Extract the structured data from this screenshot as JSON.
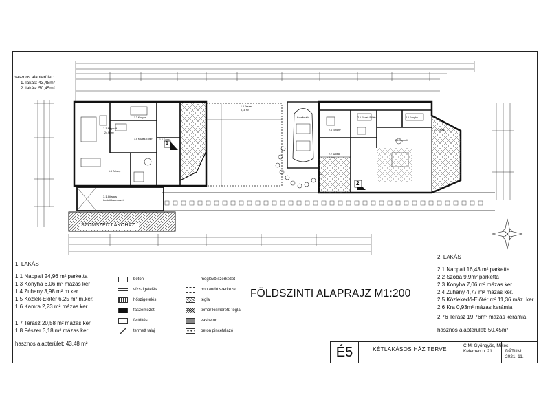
{
  "header": {
    "area_title": "hasznos alapterület:",
    "area_1": "1. lakás: 43,48m²",
    "area_2": "2. lakás: 50,45m²"
  },
  "plan": {
    "neighbor_label": "SZOMSZÉD LAKÓHÁZ",
    "marker_1": "1",
    "marker_2": "2",
    "drawing_title": "FÖLDSZINTI ALAPRAJZ M1:200"
  },
  "unit1": {
    "title": "1. LAKÁS",
    "rooms": [
      "1.1 Nappali  24,96 m²  parketta",
      "1.3 Konyha  6,06 m² mázas ker",
      "1.4 Zuhany  3,98 m² m.ker.",
      "1.5 Közlek-Előtér  6,25 m²  m.ker.",
      "1.6 Kamra  2,23  m² mázas ker."
    ],
    "extras": [
      "1.7 Terasz  20,58 m²  mázas ker.",
      "1.8 Fészer  3,18 m² mázas ker."
    ],
    "total": "hasznos alapterület: 43,48 m²"
  },
  "unit2": {
    "title": "2. LAKÁS",
    "rooms": [
      "2.1 Nappali  16,43 m² parketta",
      "2.2 Szoba  9,9m²  parketta",
      "2.3 Konyha  7,06 m²  mázas ker",
      "2.4 Zuhany  4,77 m²  mázas ker.",
      "2.5 Közlekedő-Előtér m²  11,36 máz. ker.",
      "2.6 Kra  0,93m² mázas kerámia"
    ],
    "terrace": "2.76 Terasz 19,76m²  mázas kerámia",
    "total": "hasznos alapterület: 50,45m²"
  },
  "legend": {
    "col1": [
      "beton",
      "vízszigetelés",
      "hőszigetelés",
      "faszerkezet",
      "feltöltés",
      "termett talaj"
    ],
    "col2": [
      "meglévő szerkezet",
      "bontandó szerkezet",
      "tégla",
      "tömör kisméretű tégla",
      "vasbeton",
      "beton pincefalazó"
    ]
  },
  "titleblock": {
    "sheet_code": "É5",
    "project": "KÉTLAKÁSOS HÁZ TERVE",
    "address_line1": "CÍM: Gyöngyös, Mikes",
    "address_line2": "Kelemen u. 21.",
    "date_label": "DÁTUM:",
    "date_value": "2021. 11."
  }
}
